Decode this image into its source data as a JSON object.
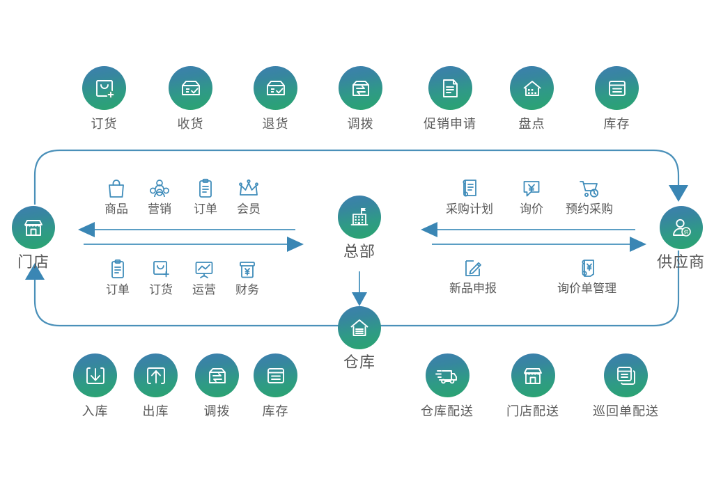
{
  "meta": {
    "title": "零售供应链业务流程图",
    "accent_blue": "#3f87b5",
    "line_blue": "#4a90b9",
    "icon_blue": "#3f8cba",
    "label_gray": "#595959",
    "disc_gradient_top": "#3d7fb0",
    "disc_gradient_bottom": "#2aa46f",
    "background": "#ffffff"
  },
  "hubs": {
    "store": {
      "label": "门店",
      "icon": "storefront-icon"
    },
    "headquarter": {
      "label": "总部",
      "icon": "office-building-icon"
    },
    "warehouse": {
      "label": "仓库",
      "icon": "warehouse-icon"
    },
    "supplier": {
      "label": "供应商",
      "icon": "supplier-person-icon"
    }
  },
  "top_row": {
    "items": [
      {
        "label": "订货",
        "icon": "shopping-bag-plus-icon"
      },
      {
        "label": "收货",
        "icon": "box-check-icon"
      },
      {
        "label": "退货",
        "icon": "box-check-return-icon"
      },
      {
        "label": "调拨",
        "icon": "box-transfer-icon"
      },
      {
        "label": "促销申请",
        "icon": "document-lines-icon"
      },
      {
        "label": "盘点",
        "icon": "warehouse-count-icon"
      },
      {
        "label": "库存",
        "icon": "box-list-icon"
      }
    ]
  },
  "bottom_left_row": {
    "items": [
      {
        "label": "入库",
        "icon": "arrow-down-into-box-icon"
      },
      {
        "label": "出库",
        "icon": "arrow-up-out-box-icon"
      },
      {
        "label": "调拨",
        "icon": "box-transfer-icon"
      },
      {
        "label": "库存",
        "icon": "box-list-icon"
      }
    ]
  },
  "bottom_right_row": {
    "items": [
      {
        "label": "仓库配送",
        "icon": "delivery-truck-icon"
      },
      {
        "label": "门店配送",
        "icon": "storefront-icon"
      },
      {
        "label": "巡回单配送",
        "icon": "stacked-documents-icon"
      }
    ]
  },
  "store_to_hq_top": {
    "items": [
      {
        "label": "商品",
        "icon": "shopping-bag-icon"
      },
      {
        "label": "营销",
        "icon": "marketing-group-icon"
      },
      {
        "label": "订单",
        "icon": "clipboard-order-icon"
      },
      {
        "label": "会员",
        "icon": "crown-member-icon"
      }
    ]
  },
  "store_to_hq_bottom": {
    "items": [
      {
        "label": "订单",
        "icon": "clipboard-order-icon"
      },
      {
        "label": "订货",
        "icon": "shopping-bag-plus-outline-icon"
      },
      {
        "label": "运营",
        "icon": "presentation-chart-icon"
      },
      {
        "label": "财务",
        "icon": "money-box-yen-icon"
      }
    ]
  },
  "hq_to_supplier_top": {
    "items": [
      {
        "label": "采购计划",
        "icon": "purchase-plan-doc-icon"
      },
      {
        "label": "询价",
        "icon": "price-inquiry-yen-icon"
      },
      {
        "label": "预约采购",
        "icon": "scheduled-purchase-icon"
      }
    ]
  },
  "hq_to_supplier_bottom": {
    "items": [
      {
        "label": "新品申报",
        "icon": "new-product-pencil-icon"
      },
      {
        "label": "询价单管理",
        "icon": "inquiry-sheet-yen-icon"
      }
    ]
  },
  "connectors": {
    "outer_loop": "rounded-rectangle-loop",
    "store_inbound_arrow": "arrow-left-to-store",
    "store_outbound_arrow": "arrow-right-to-hq",
    "supplier_inbound_arrow": "arrow-left-to-hq",
    "supplier_outbound_arrow": "arrow-right-to-supplier",
    "hq_to_warehouse_arrow": "arrow-down-to-warehouse",
    "loop_to_supplier_arrow": "arrow-down-to-supplier",
    "loop_to_store_arrow": "arrow-up-to-store"
  }
}
